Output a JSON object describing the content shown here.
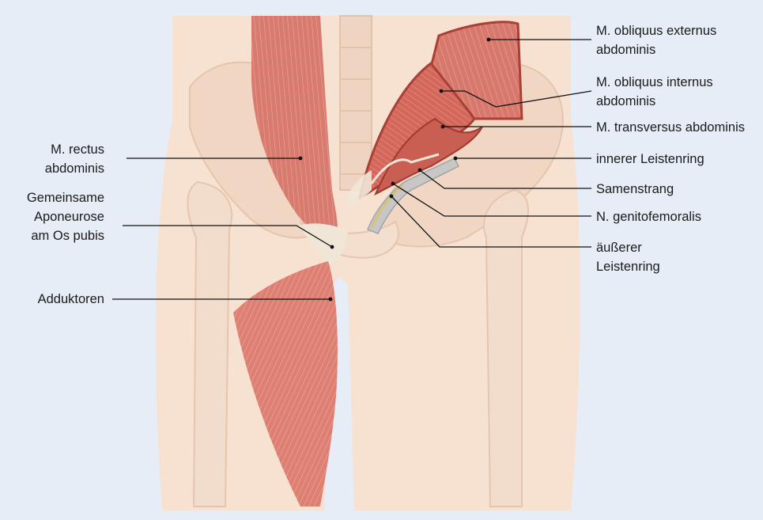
{
  "colors": {
    "background": "#e7edf7",
    "skin": "#f7e2d2",
    "bone": "#f2dccb",
    "muscle": "#d9786c",
    "muscle_dark": "#b9493f",
    "aponeurosis": "#efe6d8",
    "leader": "#111111"
  },
  "labels": {
    "obliquus_externus": [
      "M. obliquus externus",
      "abdominis"
    ],
    "obliquus_internus": [
      "M. obliquus internus",
      "abdominis"
    ],
    "transversus": [
      "M. transversus abdominis"
    ],
    "innerer_leistenring": [
      "innerer Leistenring"
    ],
    "samenstrang": [
      "Samenstrang"
    ],
    "genitofemoralis": [
      "N. genitofemoralis"
    ],
    "aeusserer_leistenring": [
      "äußerer",
      "Leistenring"
    ],
    "rectus": [
      "M. rectus",
      "abdominis"
    ],
    "aponeurose": [
      "Gemeinsame",
      "Aponeurose",
      "am Os pubis"
    ],
    "adduktoren": [
      "Adduktoren"
    ]
  }
}
